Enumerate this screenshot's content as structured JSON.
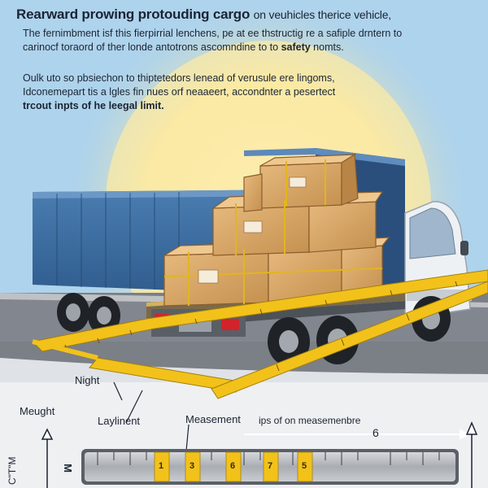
{
  "header": {
    "title_main": "Rearward prowing protouding cargo",
    "title_tail": "on veuhicles therice  vehicle,",
    "p1_line1": "The fernimbment isf this  fierpirrial lenchens, pe at  ee thstructig re a  safiple drntern to",
    "p1_line2a": "carinocf toraord of ther londe antotrons ascomndine to to ",
    "p1_line2b": "safety",
    "p1_line2c": " nomts.",
    "p2_line1": "Oulk uto so pbsiechon to thiptetedors lenead of verusule ere lingoms,",
    "p2_line2": "Idconemepart tis a lgles fin nues orf neaaeert, accondnter  a pesertect",
    "p2_line3a": "trcout inpts of he ",
    "p2_line3b": "leegal limit."
  },
  "labels": {
    "night": "Night",
    "meught": "Meught",
    "laylinent": "Laylinent",
    "measement": "Measement",
    "ips": "ips of on measemenbre",
    "six": "6",
    "vertical": "C\"T\"M",
    "m": "M"
  },
  "ruler": {
    "ticks": [
      "1",
      "3",
      "6",
      "7",
      "5"
    ]
  },
  "colors": {
    "sky": "#aed3ec",
    "sun": "#fbe9a4",
    "trailer": "#3d6fa4",
    "box": "#d9a86a",
    "tape": "#f2c21b"
  }
}
